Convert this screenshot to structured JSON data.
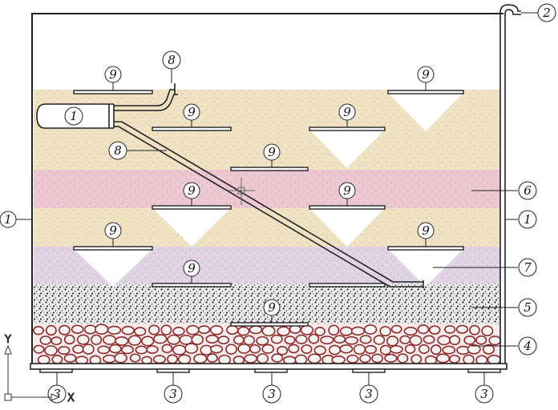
{
  "diagram": {
    "callouts": {
      "tank_wall_left": "1",
      "tank_wall_right": "1",
      "pipe_inlet": "1",
      "overflow_pipe": "2",
      "support_foot": "3",
      "gravel_base": "4",
      "coarse_sand_layer": "5",
      "pink_layer": "6",
      "baffle_edge": "7",
      "pipe_upper": "8",
      "pipe_diagonal": "8",
      "baffle": "9"
    },
    "ucs": {
      "y_label": "Y",
      "x_label": "X"
    },
    "colors": {
      "outline": "#222222",
      "tan_layer": "#efe3c4",
      "pink_layer": "#ecc9d2",
      "lavender_layer": "#e0d4e4",
      "sand_layer": "#e9e9e9",
      "gravel_stone": "#8e2a2a"
    }
  }
}
